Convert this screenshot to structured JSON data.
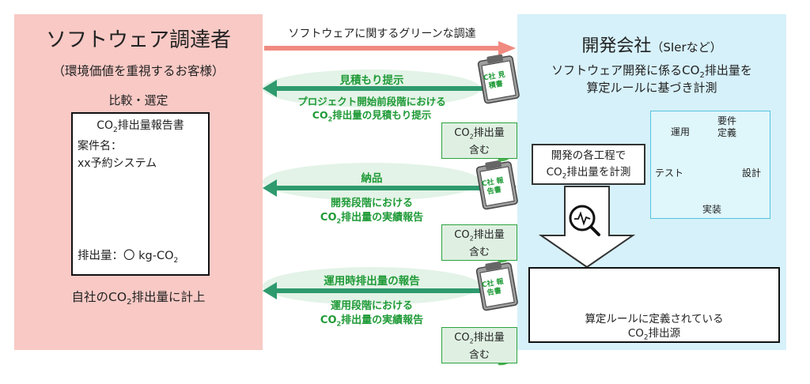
{
  "buyer": {
    "title": "ソフトウェア調達者",
    "subtitle": "（環境価値を重視するお客様）",
    "compare": "比較・選定",
    "report": {
      "title_pre": "CO",
      "title_sub": "2",
      "title_post": "排出量報告書",
      "case_label": "案件名：",
      "case_name": "xx予約システム",
      "emission_pre": "排出量：〇 kg-CO",
      "emission_sub": "2"
    },
    "bottom_pre": "自社のCO",
    "bottom_sub": "2",
    "bottom_post": "排出量に計上"
  },
  "top_arrow_label": "ソフトウェアに関するグリーンな調達",
  "flows": [
    {
      "title": "見積もり提示",
      "line1": "プロジェクト開始前段階における",
      "line2_pre": "CO",
      "line2_sub": "2",
      "line2_post": "排出量の見積もり提示",
      "clip_text": "C社 見積書",
      "co2_pre": "CO",
      "co2_sub": "2",
      "co2_post": "排出量",
      "co2_line2": "含む"
    },
    {
      "title": "納品",
      "line1": "開発段階における",
      "line2_pre": "CO",
      "line2_sub": "2",
      "line2_post": "排出量の実績報告",
      "clip_text": "C社 報告書",
      "co2_pre": "CO",
      "co2_sub": "2",
      "co2_post": "排出量",
      "co2_line2": "含む"
    },
    {
      "title": "運用時排出量の報告",
      "line1": "運用段階における",
      "line2_pre": "CO",
      "line2_sub": "2",
      "line2_post": "排出量の実績報告",
      "clip_text": "C社 報告書",
      "co2_pre": "CO",
      "co2_sub": "2",
      "co2_post": "排出量",
      "co2_line2": "含む"
    }
  ],
  "developer": {
    "title": "開発会社",
    "title_note": "（SIerなど）",
    "line1_pre": "ソフトウェア開発に係るCO",
    "line1_sub": "2",
    "line1_post": "排出量を",
    "line2": "算定ルールに基づき計測",
    "measure_line1": "開発の各工程で",
    "measure_pre": "CO",
    "measure_sub": "2",
    "measure_post": "排出量を計測",
    "cycle": [
      "要件定義",
      "設計",
      "実装",
      "テスト",
      "運用"
    ],
    "source_line1": "算定ルールに定義されている",
    "source_pre": "CO",
    "source_sub": "2",
    "source_post": "排出源"
  },
  "colors": {
    "buyer_bg": "#f8c9c5",
    "developer_bg": "#d6f1fa",
    "flow_arrow": "#2e9a6e",
    "top_arrow": "#f08a80",
    "green_text": "#1f9a37",
    "cycle_arrow": "#1f3e8a",
    "icon_blue": "#1a63b5"
  }
}
